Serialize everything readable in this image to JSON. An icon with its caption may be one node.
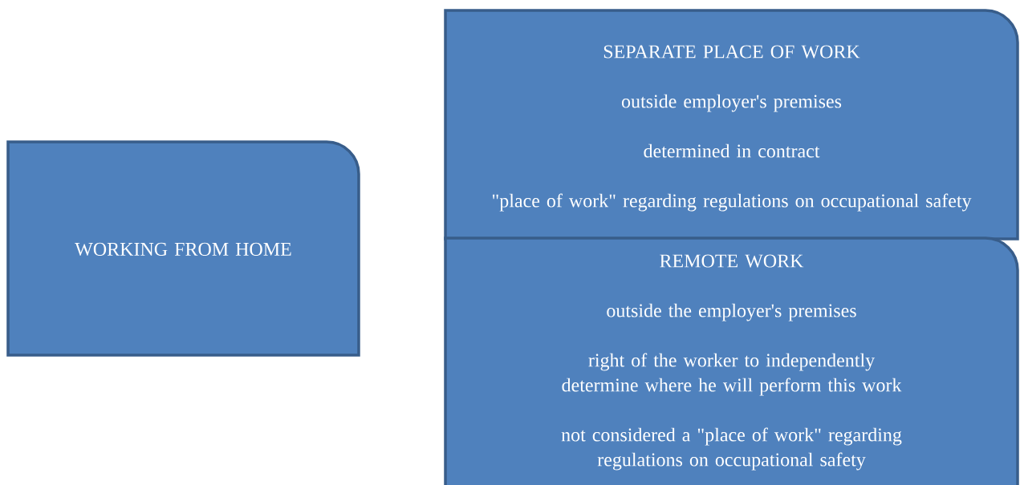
{
  "diagram": {
    "nodes": [
      {
        "text": [
          "WORKING FROM HOME"
        ]
      },
      {
        "text": [
          "SEPARATE PLACE OF WORK",
          "outside employer's premises",
          "determined in contract",
          "\"place of work\" regarding regulations on occupational safety"
        ]
      },
      {
        "text": [
          "REMOTE WORK",
          "outside the employer's premises",
          "right of the worker to independently determine where he will perform this work",
          "not considered a \"place of work\" regarding regulations on occupational safety"
        ]
      }
    ]
  }
}
